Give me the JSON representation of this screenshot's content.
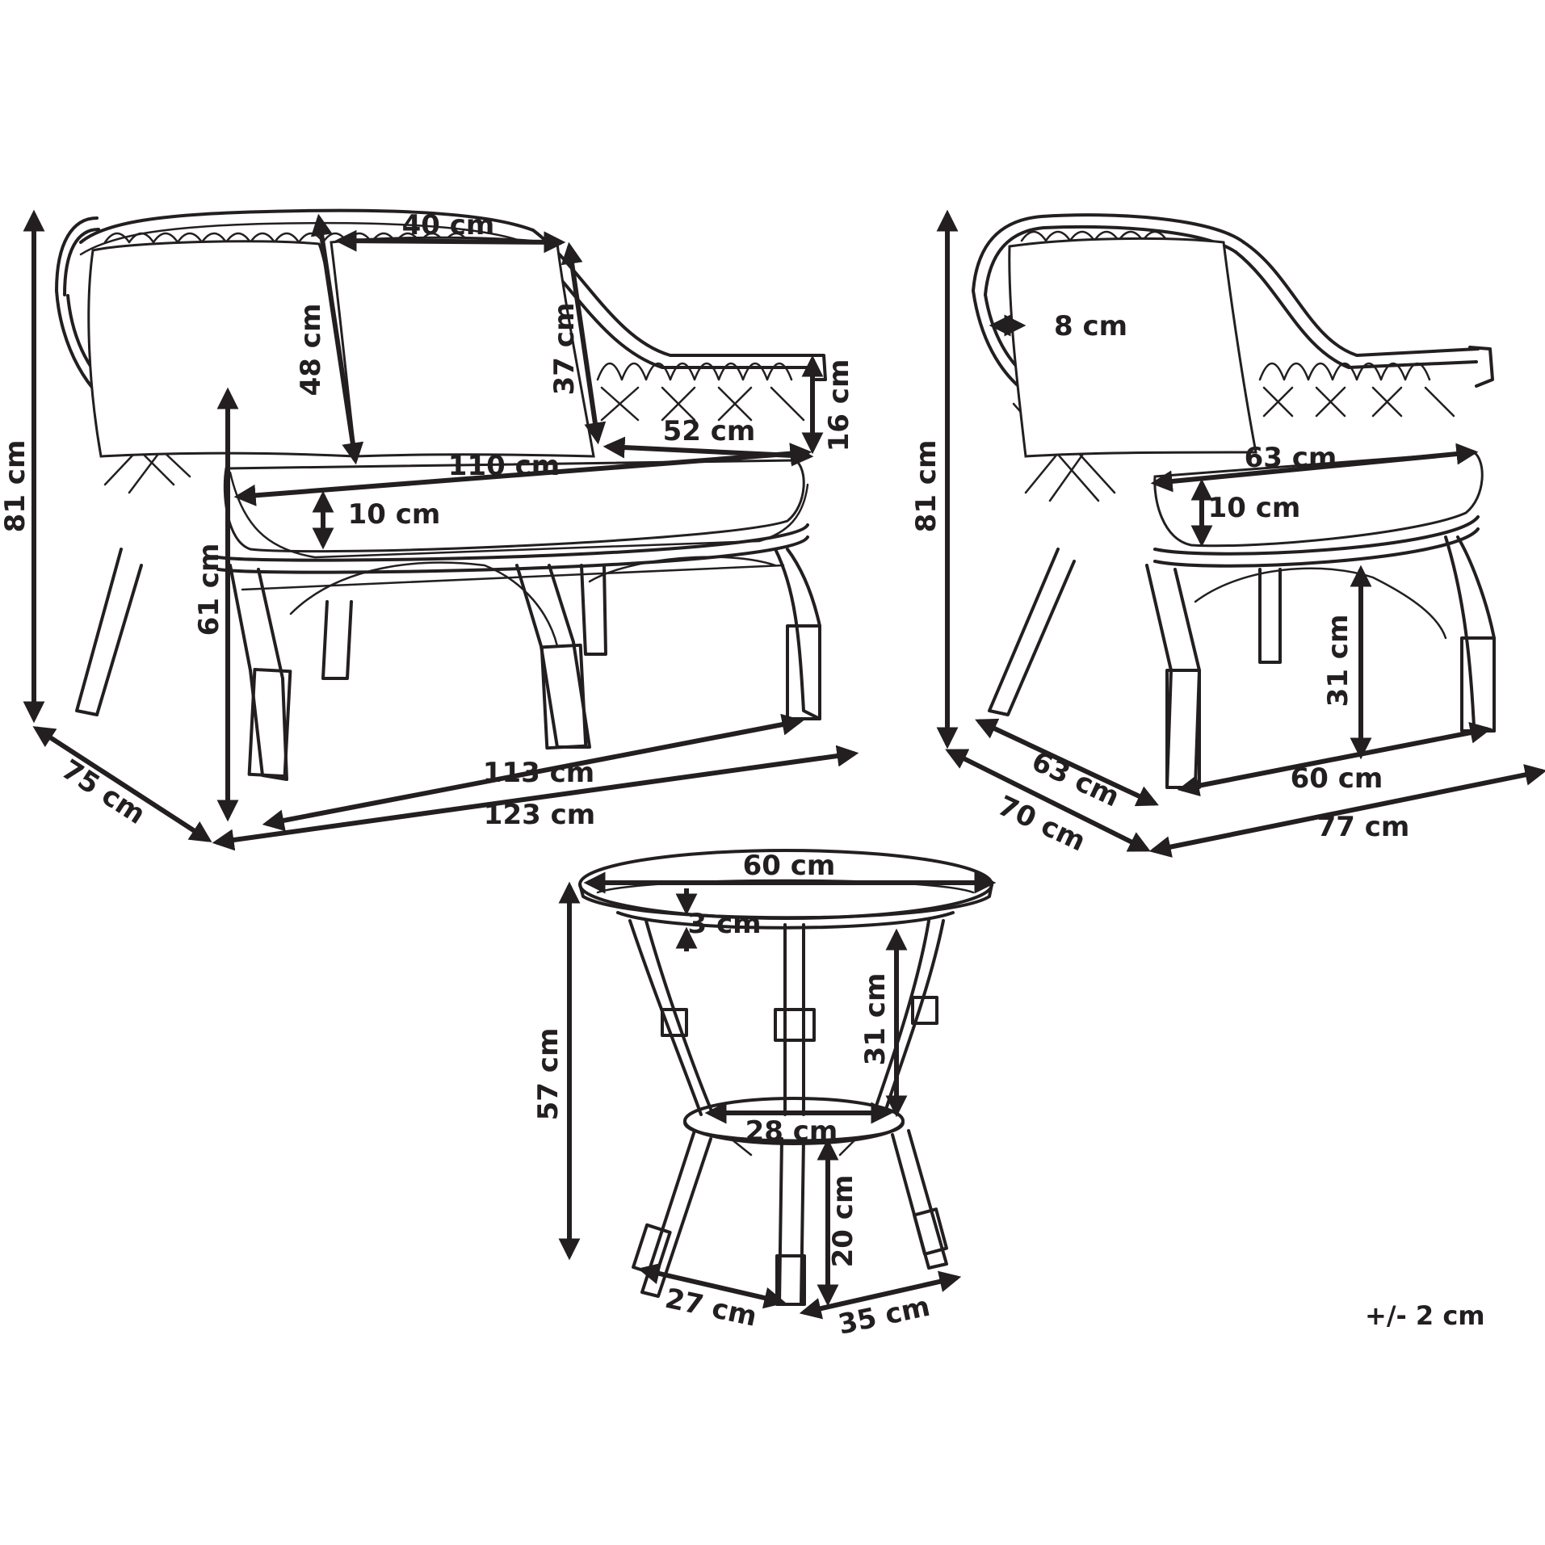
{
  "sofa": {
    "height": "81 cm",
    "depth": "75 cm",
    "pillow_width": "40 cm",
    "backrest_height": "48 cm",
    "pillow_height": "37 cm",
    "armrest_height": "16 cm",
    "arm_depth": "52 cm",
    "seat_width": "110 cm",
    "cushion_thickness": "10 cm",
    "seat_height": "61 cm",
    "leg_width": "113 cm",
    "total_width": "123 cm"
  },
  "armchair": {
    "height": "81 cm",
    "pillow_thickness": "8 cm",
    "seat_width": "63 cm",
    "cushion_thickness": "10 cm",
    "seat_height": "31 cm",
    "leg_depth": "63 cm",
    "depth": "70 cm",
    "leg_width": "60 cm",
    "total_width": "77 cm"
  },
  "table": {
    "top_diameter": "60 cm",
    "top_thickness": "3 cm",
    "height": "57 cm",
    "upper_frame_height": "31 cm",
    "shelf_diameter": "28 cm",
    "lower_leg_height": "20 cm",
    "leg_spread_a": "27 cm",
    "leg_spread_b": "35 cm"
  },
  "tolerance": "+/- 2 cm"
}
